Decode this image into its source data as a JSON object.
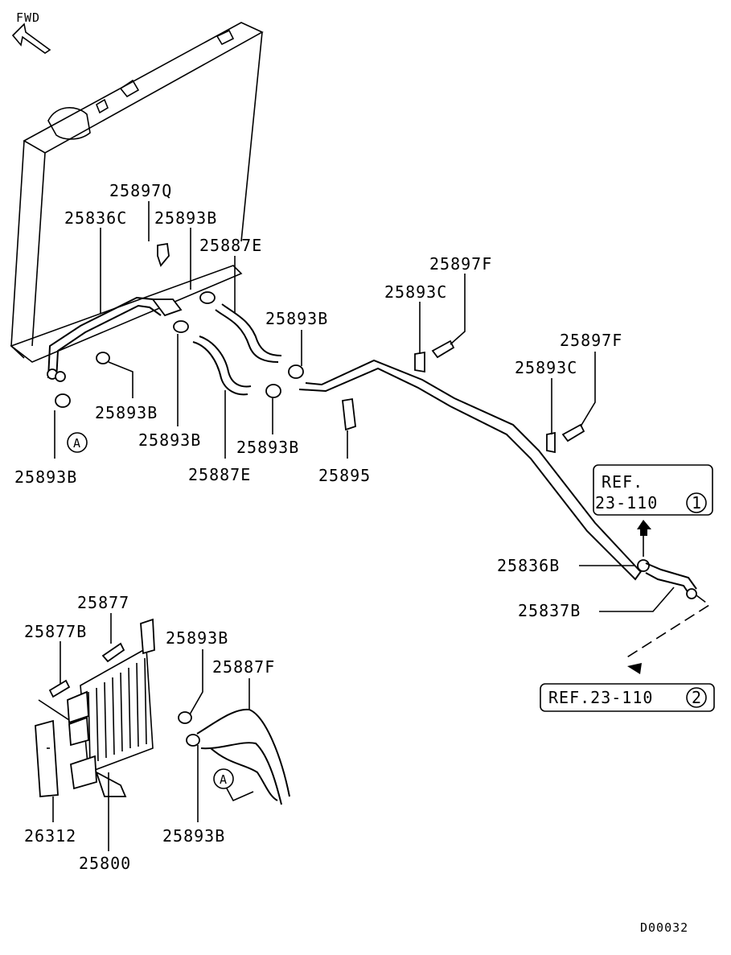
{
  "orientation": {
    "fwd": "FWD"
  },
  "diagram_code": "D00032",
  "refs": {
    "ref1_line1": "REF.",
    "ref1_line2": "23-110",
    "ref1_num": "1",
    "ref2_text": "REF.23-110",
    "ref2_num": "2"
  },
  "markers": {
    "a1": "A",
    "a2": "A"
  },
  "labels": {
    "p25897Q": "25897Q",
    "p25836C": "25836C",
    "p25893B_top": "25893B",
    "p25887E_top": "25887E",
    "p25893B_mid": "25893B",
    "p25893B_left": "25893B",
    "p25893B_lower": "25893B",
    "p25893B_mid2": "25893B",
    "p25893B_a": "25893B",
    "p25887E_bot": "25887E",
    "p25897F_1": "25897F",
    "p25893C_1": "25893C",
    "p25895": "25895",
    "p25897F_2": "25897F",
    "p25893C_2": "25893C",
    "p25836B": "25836B",
    "p25837B": "25837B",
    "p25877": "25877",
    "p25877B": "25877B",
    "p25893B_cooler1": "25893B",
    "p25887F": "25887F",
    "p26312": "26312",
    "p25800": "25800",
    "p25893B_cooler2": "25893B"
  }
}
